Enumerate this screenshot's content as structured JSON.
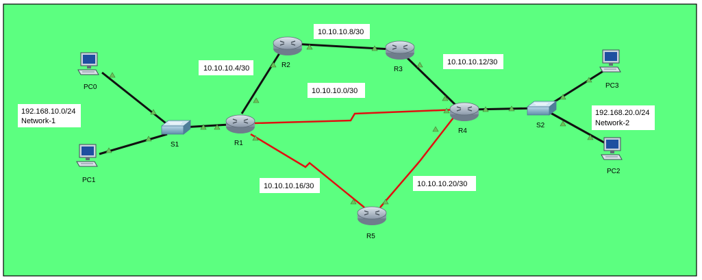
{
  "colors": {
    "canvas": "#5cff80",
    "ethernet": "#111111",
    "serial": "#e01010",
    "port_up": "#6bc25a",
    "label_bg": "#ffffff"
  },
  "devices": {
    "pc0": {
      "label": "PC0",
      "icon": "pc-icon"
    },
    "pc1": {
      "label": "PC1",
      "icon": "pc-icon"
    },
    "pc2": {
      "label": "PC2",
      "icon": "pc-icon"
    },
    "pc3": {
      "label": "PC3",
      "icon": "pc-icon"
    },
    "s1": {
      "label": "S1",
      "icon": "switch-icon"
    },
    "s2": {
      "label": "S2",
      "icon": "switch-icon"
    },
    "r1": {
      "label": "R1",
      "icon": "router-icon"
    },
    "r2": {
      "label": "R2",
      "icon": "router-icon"
    },
    "r3": {
      "label": "R3",
      "icon": "router-icon"
    },
    "r4": {
      "label": "R4",
      "icon": "router-icon"
    },
    "r5": {
      "label": "R5",
      "icon": "router-icon"
    }
  },
  "networks": {
    "net1_subnet": "192.168.10.0/24",
    "net1_name": "Network-1",
    "net2_subnet": "192.168.20.0/24",
    "net2_name": "Network-2",
    "r1_r2": "10.10.10.4/30",
    "r2_r3": "10.10.10.8/30",
    "r3_r4": "10.10.10.12/30",
    "r1_r4": "10.10.10.0/30",
    "r1_r5": "10.10.10.16/30",
    "r5_r4": "10.10.10.20/30"
  }
}
